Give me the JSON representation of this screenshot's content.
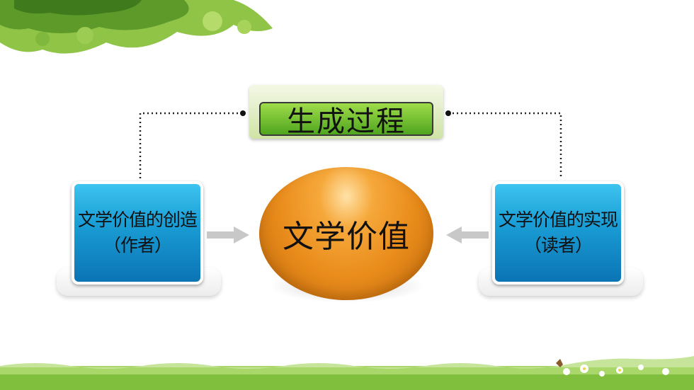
{
  "title": "生成过程",
  "center": {
    "label": "文学价值"
  },
  "left_box": {
    "line1": "文学价值的创造",
    "line2": "（作者）"
  },
  "right_box": {
    "line1": "文学价值的实现",
    "line2": "（读者）"
  },
  "colors": {
    "title_green": "#6cc12f",
    "box_blue": "#1a9ed6",
    "center_orange": "#e98c1c",
    "arrow_gray": "#c8c8c8",
    "connector": "#222222"
  }
}
